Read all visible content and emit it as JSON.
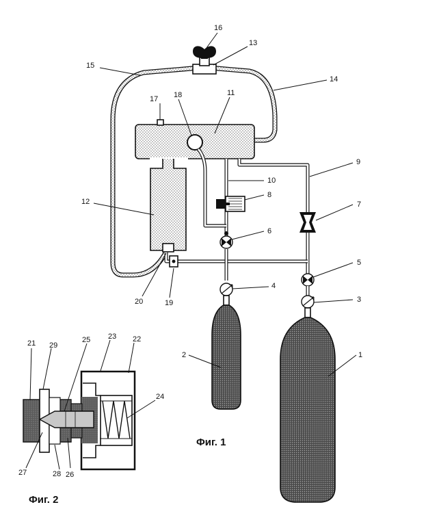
{
  "figures": {
    "fig1_caption": "Фиг. 1",
    "fig2_caption": "Фиг. 2"
  },
  "labels": {
    "n1": "1",
    "n2": "2",
    "n3": "3",
    "n4": "4",
    "n5": "5",
    "n6": "6",
    "n7": "7",
    "n8": "8",
    "n9": "9",
    "n10": "10",
    "n11": "11",
    "n12": "12",
    "n13": "13",
    "n14": "14",
    "n15": "15",
    "n16": "16",
    "n17": "17",
    "n18": "18",
    "n19": "19",
    "n20": "20",
    "n21": "21",
    "n22": "22",
    "n23": "23",
    "n24": "24",
    "n25": "25",
    "n26": "26",
    "n27": "27",
    "n28": "28",
    "n29": "29"
  },
  "colors": {
    "outline": "#111111",
    "dark_fill": "#555555",
    "dot_fill": "#cfcfcf",
    "background": "#ffffff"
  }
}
